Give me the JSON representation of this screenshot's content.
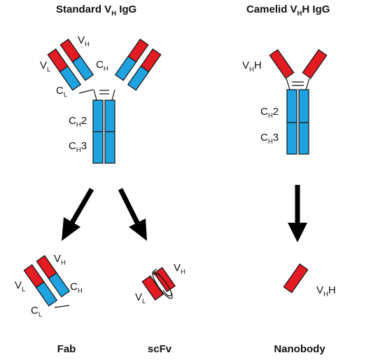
{
  "colors": {
    "variable_domain": "#e31b23",
    "constant_domain": "#1fa3e0",
    "outline": "#111111"
  },
  "titles": {
    "standard": {
      "pre": "Standard V",
      "sub": "H",
      "post": " IgG"
    },
    "camelid": {
      "pre": "Camelid V",
      "sub": "H",
      "post": "H IgG"
    }
  },
  "standard_labels": {
    "vh": {
      "main": "V",
      "sub": "H",
      "post": ""
    },
    "vl": {
      "main": "V",
      "sub": "L",
      "post": ""
    },
    "ch": {
      "main": "C",
      "sub": "H",
      "post": ""
    },
    "cl": {
      "main": "C",
      "sub": "L",
      "post": ""
    },
    "ch2": {
      "main": "C",
      "sub": "H",
      "post": "2"
    },
    "ch3": {
      "main": "C",
      "sub": "H",
      "post": "3"
    }
  },
  "camelid_labels": {
    "vhh": {
      "main": "V",
      "sub": "H",
      "post": "H"
    },
    "ch2": {
      "main": "C",
      "sub": "H",
      "post": "2"
    },
    "ch3": {
      "main": "C",
      "sub": "H",
      "post": "3"
    }
  },
  "fab_labels": {
    "vh": {
      "main": "V",
      "sub": "H",
      "post": ""
    },
    "vl": {
      "main": "V",
      "sub": "L",
      "post": ""
    },
    "ch": {
      "main": "C",
      "sub": "H",
      "post": ""
    },
    "cl": {
      "main": "C",
      "sub": "L",
      "post": ""
    }
  },
  "scfv_labels": {
    "vh": {
      "main": "V",
      "sub": "H",
      "post": ""
    },
    "vl": {
      "main": "V",
      "sub": "L",
      "post": ""
    }
  },
  "nanobody_labels": {
    "vhh": {
      "main": "V",
      "sub": "H",
      "post": "H"
    }
  },
  "fragment_names": {
    "fab": "Fab",
    "scfv": "scFv",
    "nanobody": "Nanobody"
  }
}
